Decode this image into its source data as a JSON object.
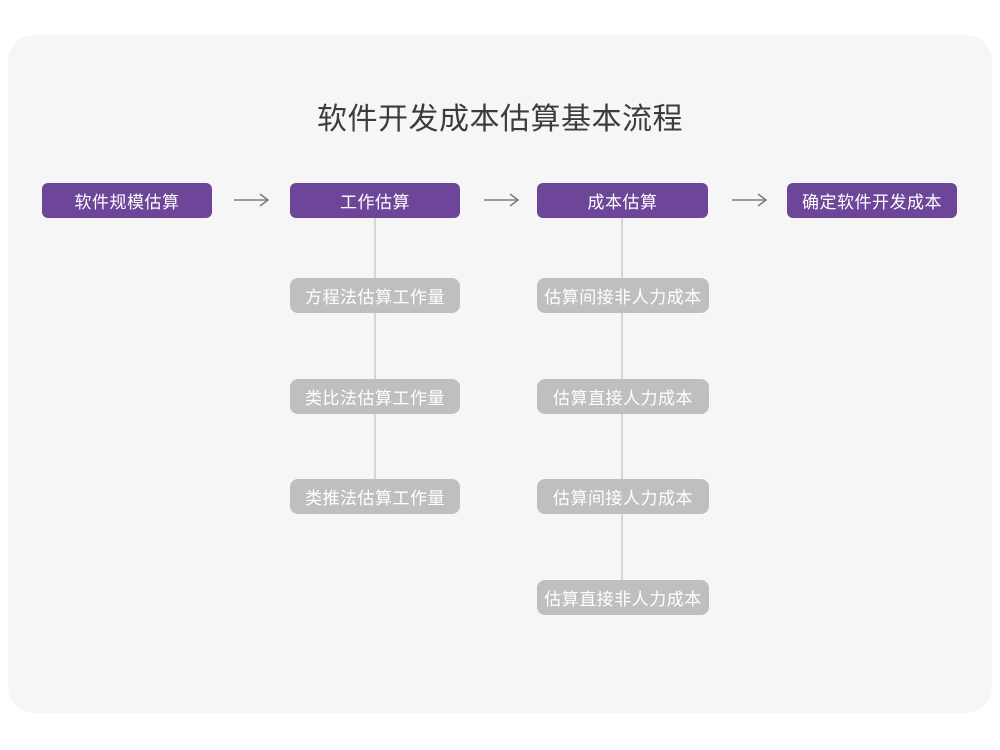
{
  "title": "软件开发成本估算基本流程",
  "colors": {
    "primary_node_purple": "#6D4599",
    "sub_node_gray": "#BFBFBF",
    "card_background": "#F6F6F6",
    "connector_line_gray": "#D6D6D6",
    "arrow_gray": "#7E7E7E",
    "title_text": "#3C3C3C",
    "node_text": "#FFFFFF"
  },
  "icons": {
    "flow_arrow": "long-right-arrow"
  },
  "flow": {
    "nodes": [
      {
        "label": "软件规模估算"
      },
      {
        "label": "工作估算"
      },
      {
        "label": "成本估算"
      },
      {
        "label": "确定软件开发成本"
      }
    ]
  },
  "work_estimation": {
    "parent": "工作估算",
    "items": [
      {
        "label": "方程法估算工作量"
      },
      {
        "label": "类比法估算工作量"
      },
      {
        "label": "类推法估算工作量"
      }
    ]
  },
  "cost_estimation": {
    "parent": "成本估算",
    "items": [
      {
        "label": "估算间接非人力成本"
      },
      {
        "label": "估算直接人力成本"
      },
      {
        "label": "估算间接人力成本"
      },
      {
        "label": "估算直接非人力成本"
      }
    ]
  }
}
